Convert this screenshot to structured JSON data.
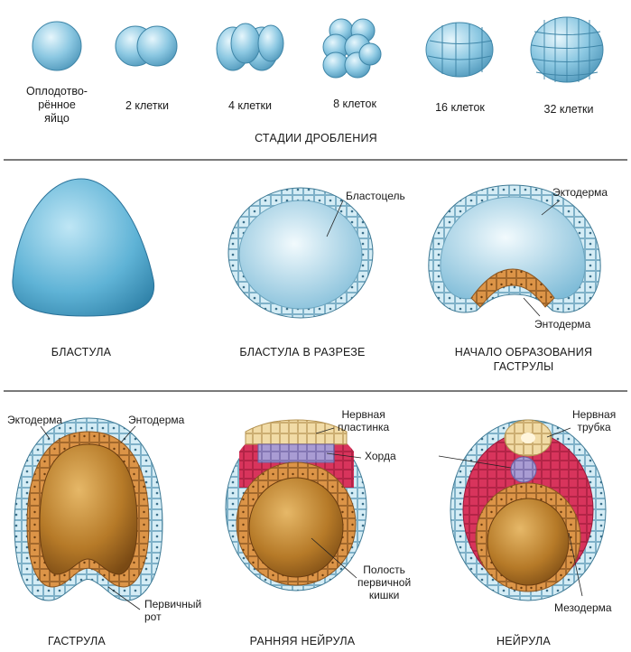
{
  "section1": {
    "stages": [
      {
        "label": "Оплодотво-\nрённое\nяйцо"
      },
      {
        "label": "2 клетки"
      },
      {
        "label": "4 клетки"
      },
      {
        "label": "8 клеток"
      },
      {
        "label": "16 клеток"
      },
      {
        "label": "32 клетки"
      }
    ],
    "caption": "СТАДИИ ДРОБЛЕНИЯ"
  },
  "section2": {
    "captions": [
      "БЛАСТУЛА",
      "БЛАСТУЛА В РАЗРЕЗЕ",
      "НАЧАЛО ОБРАЗОВАНИЯ\nГАСТРУЛЫ"
    ],
    "labels": {
      "blastocoel": "Бластоцель",
      "ectoderm": "Эктодерма",
      "endoderm": "Энтодерма"
    }
  },
  "section3": {
    "captions": [
      "ГАСТРУЛА",
      "РАННЯЯ НЕЙРУЛА",
      "НЕЙРУЛА"
    ],
    "labels": {
      "ectoderm": "Эктодерма",
      "endoderm": "Энтодерма",
      "primary_mouth": "Первичный\nрот",
      "neural_plate": "Нервная\nпластинка",
      "notochord": "Хорда",
      "gut_cavity": "Полость\nпервичной\nкишки",
      "neural_tube": "Нервная\nтрубка",
      "mesoderm": "Мезодерма"
    }
  },
  "colors": {
    "cell": "#9fd0e6",
    "ectoderm": "#cde9f3",
    "endoderm": "#d9893f",
    "mesoderm": "#d9305a",
    "notochord": "#a89bd0",
    "neural": "#f0d9a0",
    "yolk": "#b07020"
  }
}
